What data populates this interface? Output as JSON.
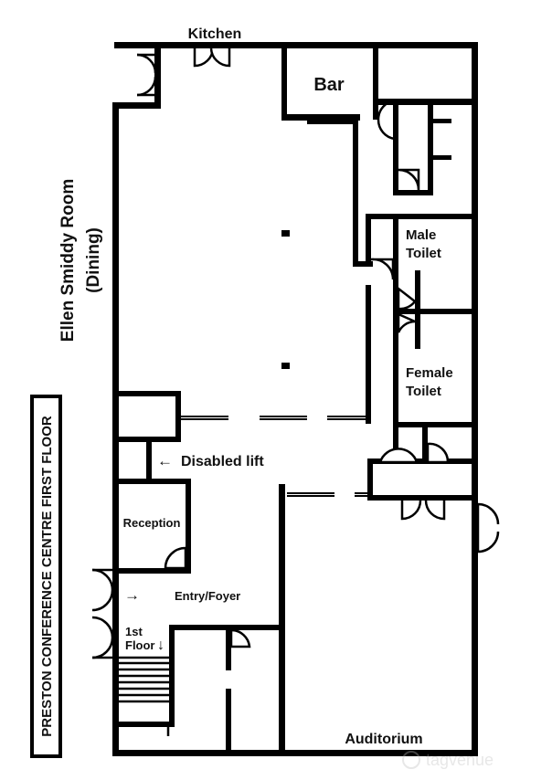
{
  "plan": {
    "side_title": "PRESTON CONFERENCE CENTRE FIRST FLOOR",
    "rooms": {
      "kitchen": "Kitchen",
      "bar": "Bar",
      "dining_line1": "Ellen Smiddy Room",
      "dining_line2": "(Dining)",
      "male_line1": "Male",
      "male_line2": "Toilet",
      "female_line1": "Female",
      "female_line2": "Toilet",
      "disabled_lift": "Disabled lift",
      "reception": "Reception",
      "entry": "Entry/Foyer",
      "first_floor_line1": "1st",
      "first_floor_line2": "Floor",
      "auditorium": "Auditorium"
    },
    "arrows": {
      "lift_arrow": "←",
      "entry_arrow": "→",
      "stairs_arrow": "↓"
    },
    "watermark": "tagvenue"
  }
}
